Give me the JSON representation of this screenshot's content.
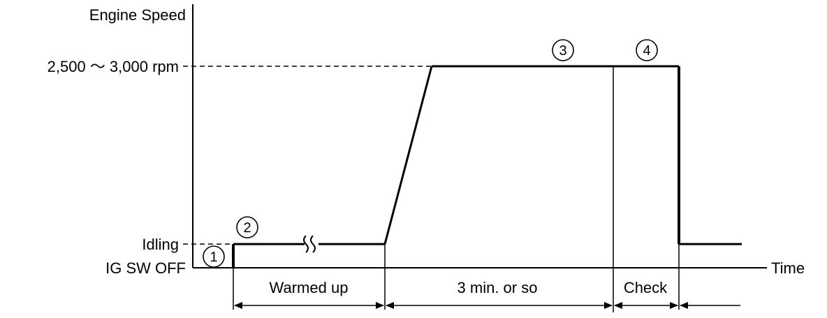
{
  "axes": {
    "y_label": "Engine Speed",
    "x_label": "Time"
  },
  "levels": {
    "high": "2,500 ～ 3,000 rpm",
    "idle": "Idling",
    "off": "IG SW OFF"
  },
  "steps": [
    "1",
    "2",
    "3",
    "4"
  ],
  "phases": {
    "warmed_up": "Warmed up",
    "three_min": "3 min. or so",
    "check": "Check"
  }
}
